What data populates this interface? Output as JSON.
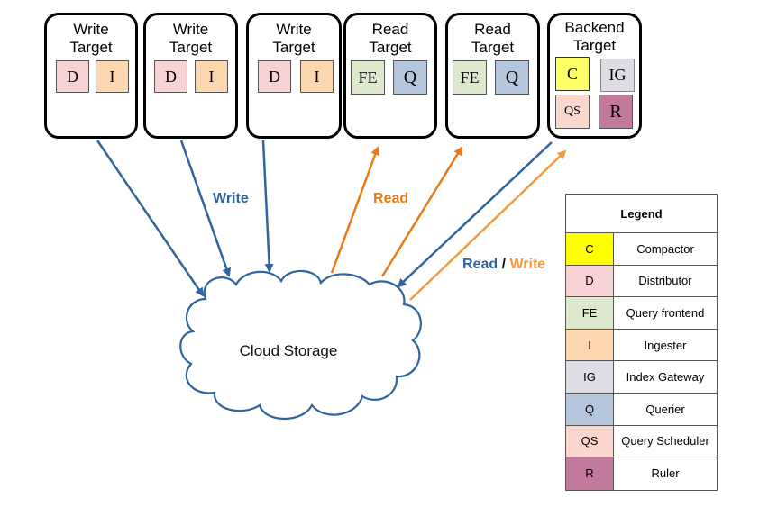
{
  "diagram": {
    "targets": [
      {
        "title_line1": "Write",
        "title_line2": "Target",
        "components": [
          "D",
          "I"
        ]
      },
      {
        "title_line1": "Write",
        "title_line2": "Target",
        "components": [
          "D",
          "I"
        ]
      },
      {
        "title_line1": "Write",
        "title_line2": "Target",
        "components": [
          "D",
          "I"
        ]
      },
      {
        "title_line1": "Read",
        "title_line2": "Target",
        "components": [
          "FE",
          "Q"
        ]
      },
      {
        "title_line1": "Read",
        "title_line2": "Target",
        "components": [
          "FE",
          "Q"
        ]
      },
      {
        "title_line1": "Backend",
        "title_line2": "Target",
        "components": [
          "C",
          "IG",
          "QS",
          "R"
        ]
      }
    ],
    "storage_label": "Cloud Storage",
    "labels": {
      "write": "Write",
      "read": "Read",
      "rw_read": "Read",
      "rw_sep": "/",
      "rw_write": "Write"
    },
    "colors": {
      "write_arrow": "#2f64a0",
      "read_arrow": "#ec7a14",
      "rw_write_arrow": "#f59a3c",
      "border": "#000000"
    }
  },
  "legend": {
    "title": "Legend",
    "items": [
      {
        "code": "C",
        "name": "Compactor",
        "color": "#ffff00"
      },
      {
        "code": "D",
        "name": "Distributor",
        "color": "#f8d3d6"
      },
      {
        "code": "FE",
        "name": "Query frontend",
        "color": "#dde8cc"
      },
      {
        "code": "I",
        "name": "Ingester",
        "color": "#fcd7b0"
      },
      {
        "code": "IG",
        "name": "Index Gateway",
        "color": "#dedde5"
      },
      {
        "code": "Q",
        "name": "Querier",
        "color": "#b4c6dc"
      },
      {
        "code": "QS",
        "name": "Query Scheduler",
        "color": "#fbd6cc"
      },
      {
        "code": "R",
        "name": "Ruler",
        "color": "#c17a9c"
      }
    ]
  }
}
